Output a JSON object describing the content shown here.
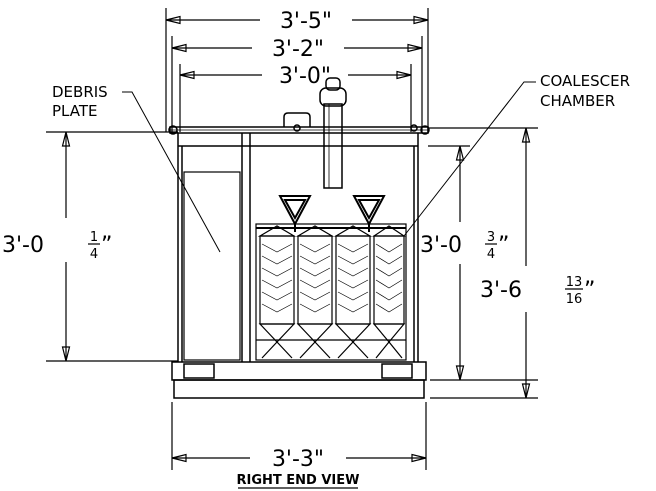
{
  "dimensions": {
    "overall_width": "3'-5\"",
    "flange_width": "3'-2\"",
    "inner_width": "3'-0\"",
    "debris_height_main": "3'-0",
    "debris_height_frac_num": "1",
    "debris_height_frac_den": "4",
    "coalescer_height_main": "3'-0",
    "coalescer_height_frac_num": "3",
    "coalescer_height_frac_den": "4",
    "overall_height_main": "3'-6",
    "overall_height_frac_num": "13",
    "overall_height_frac_den": "16",
    "base_width": "3'-3\""
  },
  "labels": {
    "debris_line1": "DEBRIS",
    "debris_line2": "PLATE",
    "coalescer_line1": "COALESCER",
    "coalescer_line2": "CHAMBER"
  },
  "title": "RIGHT END VIEW"
}
